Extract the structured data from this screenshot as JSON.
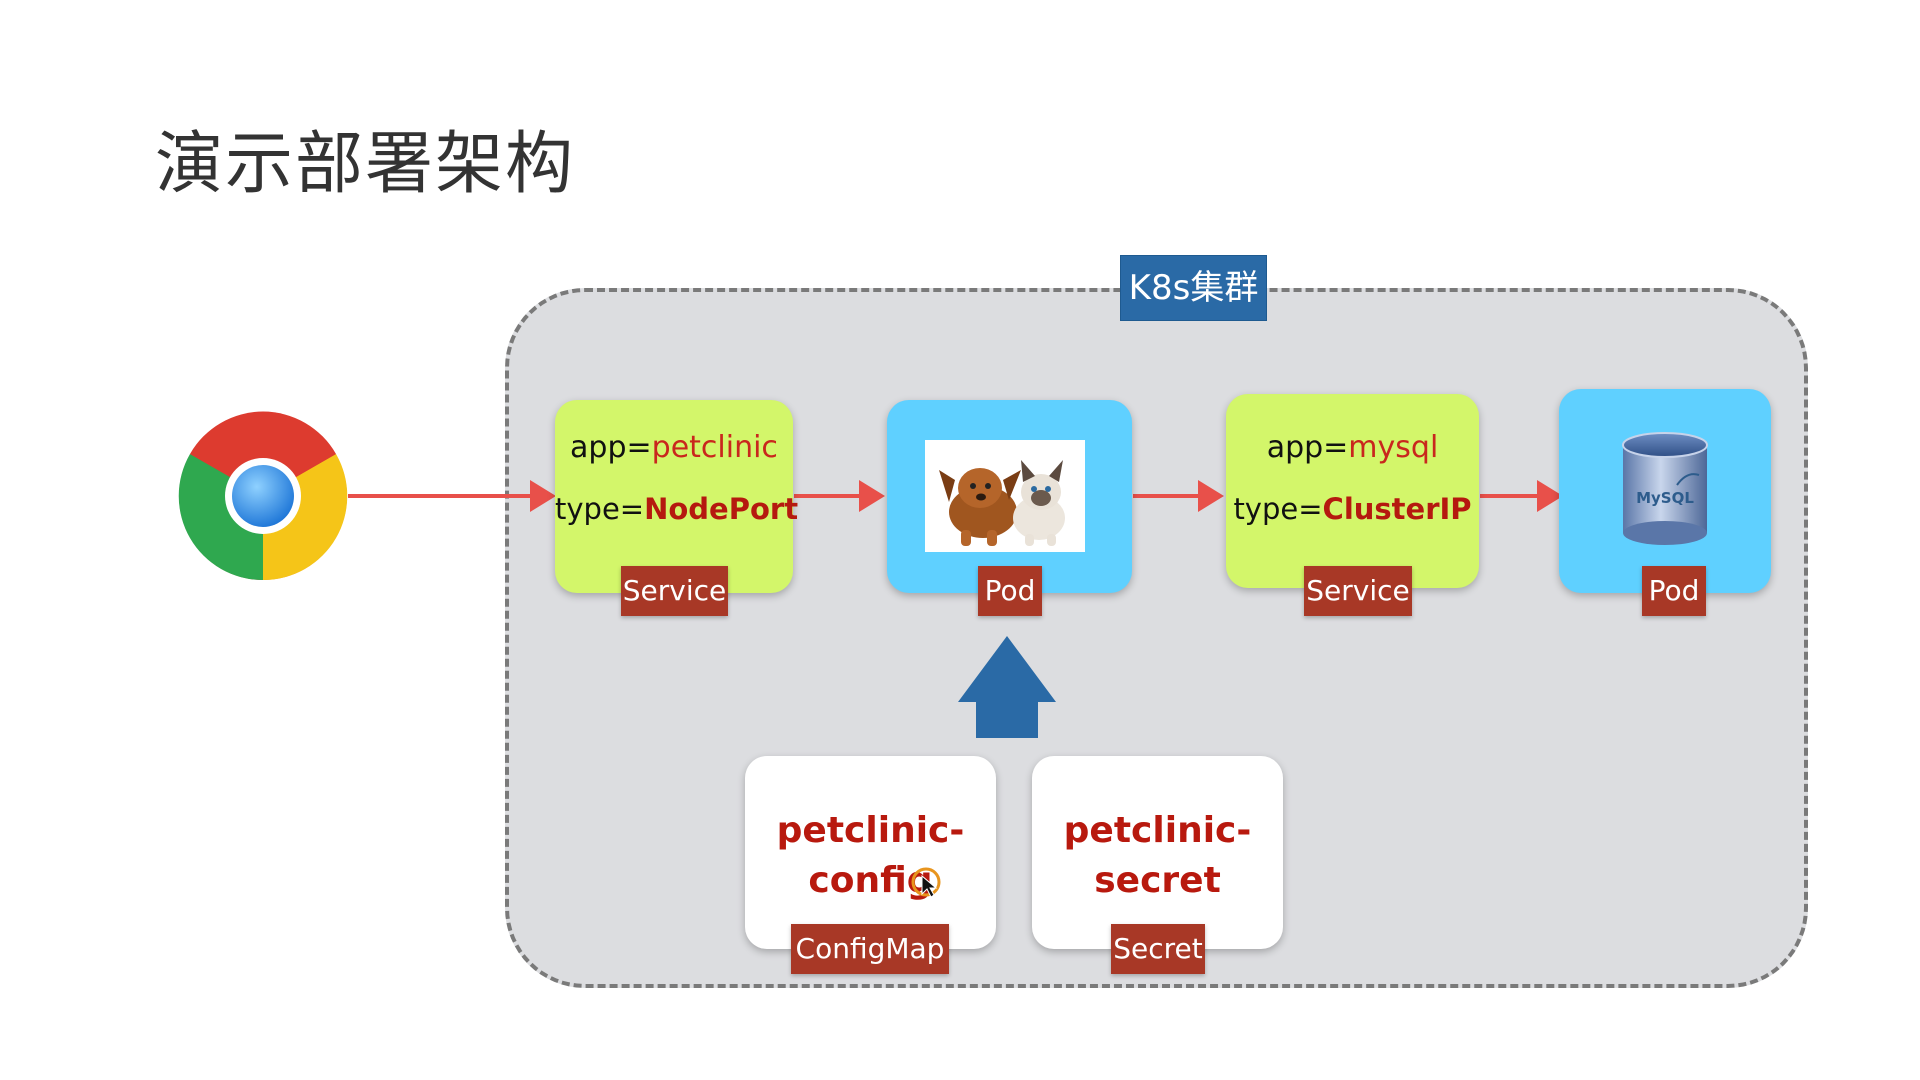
{
  "slide": {
    "title": "演示部署架构"
  },
  "cluster": {
    "label": "K8s集群"
  },
  "service_front": {
    "app_key": "app=",
    "app_value": "petclinic",
    "type_key": "type=",
    "type_value": "NodePort",
    "tag": "Service"
  },
  "pod_app": {
    "tag": "Pod",
    "image": "puppy-and-kitten-photo"
  },
  "service_db": {
    "app_key": "app=",
    "app_value": "mysql",
    "type_key": "type=",
    "type_value": "ClusterIP",
    "tag": "Service"
  },
  "pod_db": {
    "tag": "Pod",
    "icon": "mysql-database-icon",
    "logo_text": "MySQL"
  },
  "configmap": {
    "name_line1": "petclinic-",
    "name_line2": "config",
    "tag": "ConfigMap"
  },
  "secret": {
    "name_line1": "petclinic-",
    "name_line2": "secret",
    "tag": "Secret"
  },
  "browser": {
    "icon": "chrome-icon"
  },
  "colors": {
    "cluster_bg": "#dcdde0",
    "cluster_label_bg": "#2a6aa6",
    "service_card": "#d3f66a",
    "pod_card": "#5fd0ff",
    "tag_bg": "#a83826",
    "arrow_red": "#e8504a",
    "arrow_blue": "#2a6aa6"
  }
}
